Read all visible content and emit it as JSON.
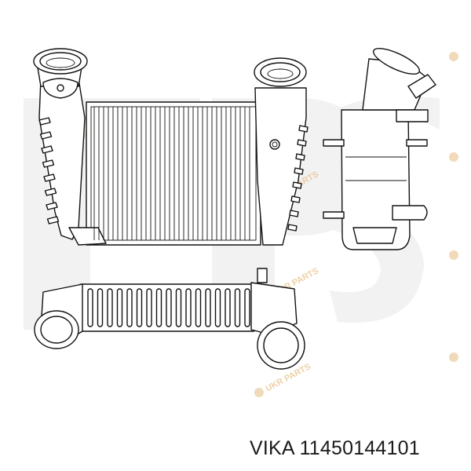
{
  "caption": {
    "brand": "VIKA",
    "part_number": "11450144101"
  },
  "watermark": {
    "logo_text": "FPS",
    "stamp_text": "UKR PARTS"
  },
  "colors": {
    "line": "#111111",
    "watermark": "#f2f2f2",
    "stamp": "#e8c18a"
  }
}
